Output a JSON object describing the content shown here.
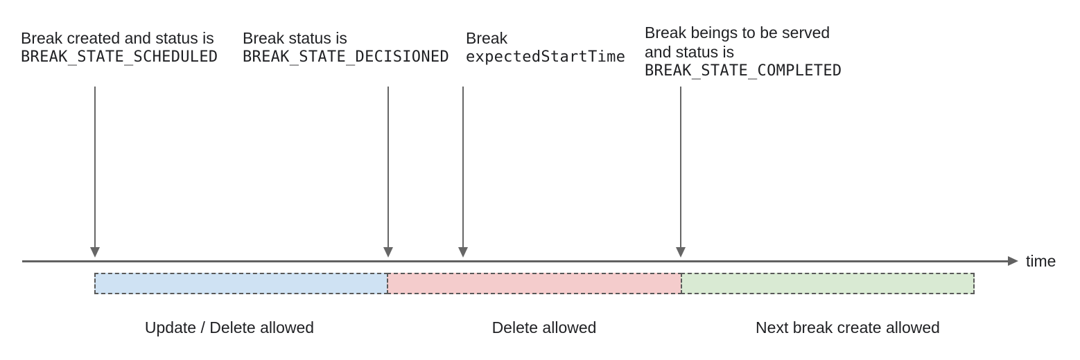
{
  "annotations": [
    {
      "text_lines": [
        "Break created and status is"
      ],
      "code": "BREAK_STATE_SCHEDULED"
    },
    {
      "text_lines": [
        "Break status is"
      ],
      "code": "BREAK_STATE_DECISIONED"
    },
    {
      "text_lines": [
        "Break"
      ],
      "code": "expectedStartTime"
    },
    {
      "text_lines": [
        "Break beings to be served",
        "and status is"
      ],
      "code": "BREAK_STATE_COMPLETED"
    }
  ],
  "timeline": {
    "axis_label": "time"
  },
  "segments": [
    {
      "label": "Update / Delete allowed",
      "fill": "#cfe2f3"
    },
    {
      "label": "Delete allowed",
      "fill": "#f4cccc"
    },
    {
      "label": "Next break create allowed",
      "fill": "#d9ead3"
    }
  ],
  "colors": {
    "arrow": "#666666",
    "axis": "#616161",
    "bar_border": "#595959",
    "text": "#202124"
  }
}
